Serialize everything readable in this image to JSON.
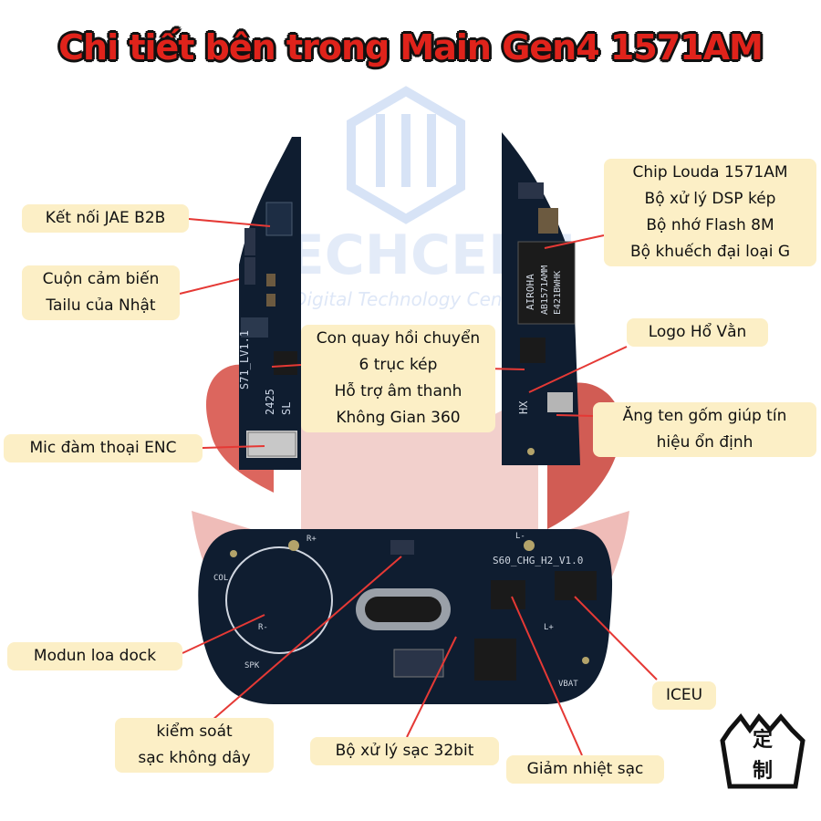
{
  "title": "Chi tiết bên trong Main Gen4 1571AM",
  "watermark": {
    "brand": "TECHCENT",
    "tagline": "Digital Technology Center"
  },
  "pcb": {
    "left_marks": [
      "S71_LV1.1",
      "2425",
      "SL"
    ],
    "right_marks": [
      "AIROHA",
      "AB1571AMM",
      "E421BWHK",
      "HX"
    ],
    "bottom_marks": [
      "S60_CHG_H2_V1.0",
      "R+",
      "L-",
      "R-",
      "L+",
      "SPK",
      "COL",
      "VBAT"
    ]
  },
  "labels": {
    "jae": "Kết nối JAE B2B",
    "inductor": [
      "Cuộn cảm biến",
      "Tailu của Nhật"
    ],
    "gyro": [
      "Con quay hồi chuyển",
      "6 trục kép",
      "Hỗ trợ âm thanh",
      "Không Gian 360"
    ],
    "mic": "Mic đàm thoại ENC",
    "chip": [
      "Chip Louda 1571AM",
      "Bộ xử lý DSP kép",
      "Bộ nhớ Flash 8M",
      "Bộ khuếch đại loại G"
    ],
    "logo": "Logo Hổ Vằn",
    "antenna": [
      "Ăng ten gốm giúp tín",
      "hiệu ổn định"
    ],
    "speaker": "Modun loa dock",
    "wireless": [
      "kiểm soát",
      "sạc không dây"
    ],
    "charger": "Bộ xử lý sạc 32bit",
    "cooling": "Giảm nhiệt sạc",
    "iceu": "ICEU"
  },
  "stamp": [
    "定",
    "制"
  ],
  "colors": {
    "title": "#e0231b",
    "label_bg": "#fcefc6",
    "pointer": "#e53935",
    "pcb": "#0f1d30"
  }
}
